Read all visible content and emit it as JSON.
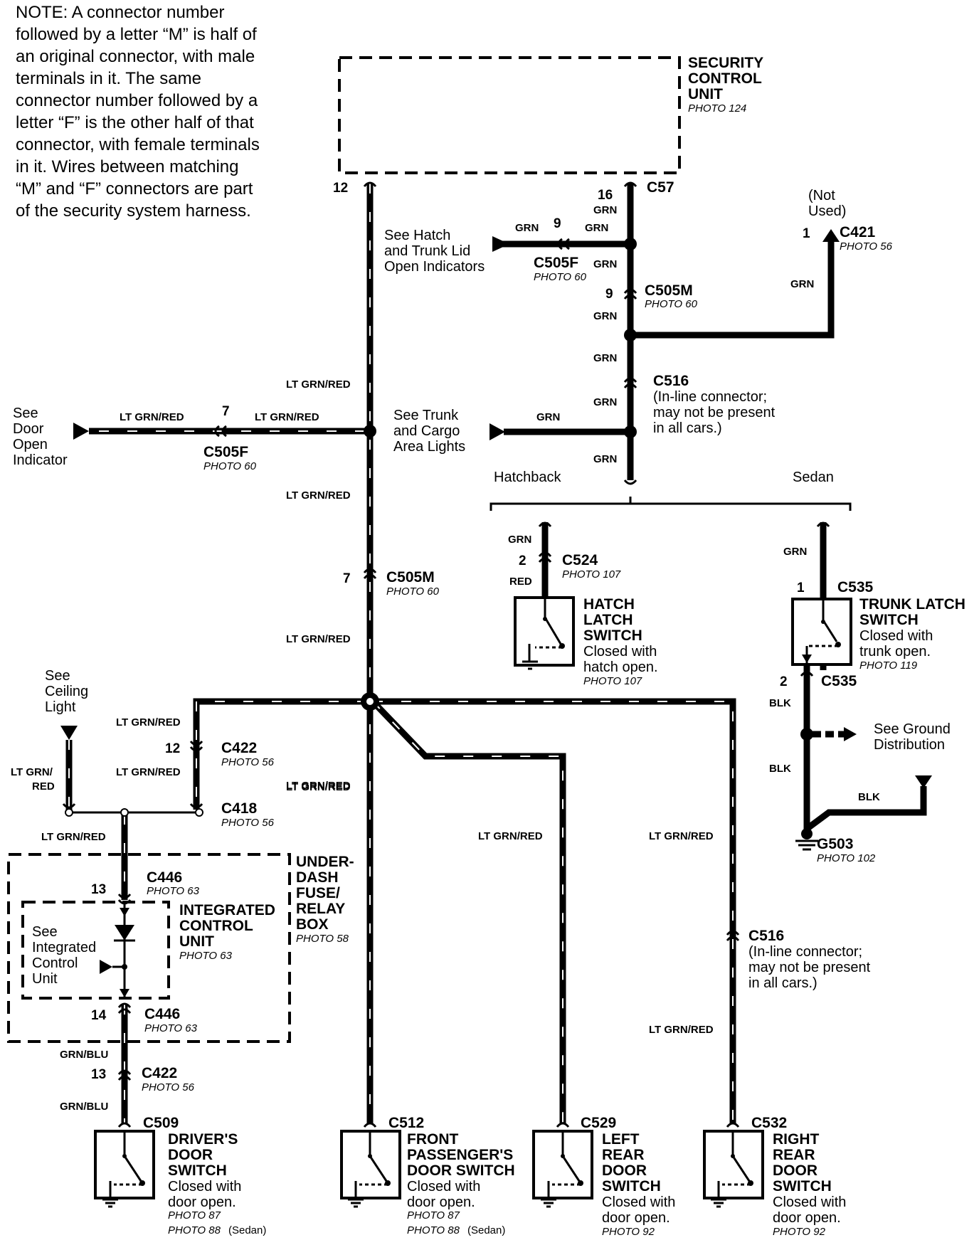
{
  "note": [
    "NOTE: A connector number",
    "followed by a letter “M” is half of",
    "an original connector, with male",
    "terminals in it. The same",
    "connector number followed by a",
    "letter “F” is the other half of that",
    "connector, with female terminals",
    "in it. Wires between matching",
    "“M” and “F” connectors are part",
    "of the security system harness."
  ],
  "scu": {
    "l1": "SECURITY",
    "l2": "CONTROL",
    "l3": "UNIT",
    "photo": "PHOTO 124"
  },
  "pins": {
    "p12": "12",
    "p16": "16",
    "p9a": "9",
    "p9b": "9",
    "p1a": "1",
    "p7a": "7",
    "p7b": "7",
    "p2a": "2",
    "p1b": "1",
    "p2b": "2",
    "p12b": "12",
    "p13a": "13",
    "p14": "14",
    "p13b": "13"
  },
  "conn": {
    "c57": "C57",
    "c505f_a": "C505F",
    "c505m_a": "C505M",
    "c421": "C421",
    "c516_a": "C516",
    "c505f_b": "C505F",
    "c505m_b": "C505M",
    "c524": "C524",
    "c535a": "C535",
    "c535b": "C535",
    "g503": "G503",
    "c422a": "C422",
    "c418": "C418",
    "c446a": "C446",
    "c446b": "C446",
    "c422b": "C422",
    "c509": "C509",
    "c512": "C512",
    "c529": "C529",
    "c532": "C532",
    "c516_b": "C516"
  },
  "photos": {
    "p60a": "PHOTO 60",
    "p60b": "PHOTO 60",
    "p56a": "PHOTO 56",
    "p60c": "PHOTO 60",
    "p60d": "PHOTO 60",
    "p107a": "PHOTO 107",
    "p107b": "PHOTO 107",
    "p119": "PHOTO 119",
    "p102": "PHOTO 102",
    "p56b": "PHOTO 56",
    "p56c": "PHOTO 56",
    "p63a": "PHOTO 63",
    "p63b": "PHOTO 63",
    "p63c": "PHOTO 63",
    "p58": "PHOTO 58",
    "p56d": "PHOTO 56",
    "p87a": "PHOTO 87",
    "p88a": "PHOTO 88",
    "p87b": "PHOTO 87",
    "p88b": "PHOTO 88",
    "p92a": "PHOTO 92",
    "p92b": "PHOTO 92",
    "sedan_a": "(Sedan)",
    "sedan_b": "(Sedan)"
  },
  "wires": {
    "grn": "GRN",
    "blk": "BLK",
    "ltgrnred": "LT GRN/RED",
    "ltgrn_slash": "LT GRN/",
    "red_part": "RED",
    "grnblu": "GRN/BLU",
    "red": "RED"
  },
  "refs": {
    "hatch1": "See Hatch",
    "hatch2": "and Trunk Lid",
    "hatch3": "Open Indicators",
    "notused1": "(Not",
    "notused2": "Used)",
    "door1": "See",
    "door2": "Door",
    "door3": "Open",
    "door4": "Indicator",
    "trunk1": "See Trunk",
    "trunk2": "and Cargo",
    "trunk3": "Area Lights",
    "ceil1": "See",
    "ceil2": "Ceiling",
    "ceil3": "Light",
    "gnd1": "See Ground",
    "gnd2": "Distribution",
    "icu1": "See",
    "icu2": "Integrated",
    "icu3": "Control",
    "icu4": "Unit"
  },
  "inline": {
    "l1": "(In-line connector;",
    "l2": "may not be present",
    "l3": "in all cars.)"
  },
  "branches": {
    "hatchback": "Hatchback",
    "sedan": "Sedan"
  },
  "hatch_sw": {
    "l1": "HATCH",
    "l2": "LATCH",
    "l3": "SWITCH",
    "d1": "Closed with",
    "d2": "hatch open."
  },
  "trunk_sw": {
    "l1": "TRUNK LATCH",
    "l2": "SWITCH",
    "d1": "Closed with",
    "d2": "trunk open."
  },
  "icu": {
    "l1": "INTEGRATED",
    "l2": "CONTROL",
    "l3": "UNIT"
  },
  "udfr": {
    "l1": "UNDER-",
    "l2": "DASH",
    "l3": "FUSE/",
    "l4": "RELAY",
    "l5": "BOX"
  },
  "drv_sw": {
    "l1": "DRIVER'S",
    "l2": "DOOR",
    "l3": "SWITCH",
    "d1": "Closed with",
    "d2": "door open."
  },
  "fp_sw": {
    "l1": "FRONT",
    "l2": "PASSENGER'S",
    "l3": "DOOR SWITCH",
    "d1": "Closed with",
    "d2": "door open."
  },
  "lr_sw": {
    "l1": "LEFT",
    "l2": "REAR",
    "l3": "DOOR",
    "l4": "SWITCH",
    "d1": "Closed with",
    "d2": "door open."
  },
  "rr_sw": {
    "l1": "RIGHT",
    "l2": "REAR",
    "l3": "DOOR",
    "l4": "SWITCH",
    "d1": "Closed with",
    "d2": "door open."
  }
}
